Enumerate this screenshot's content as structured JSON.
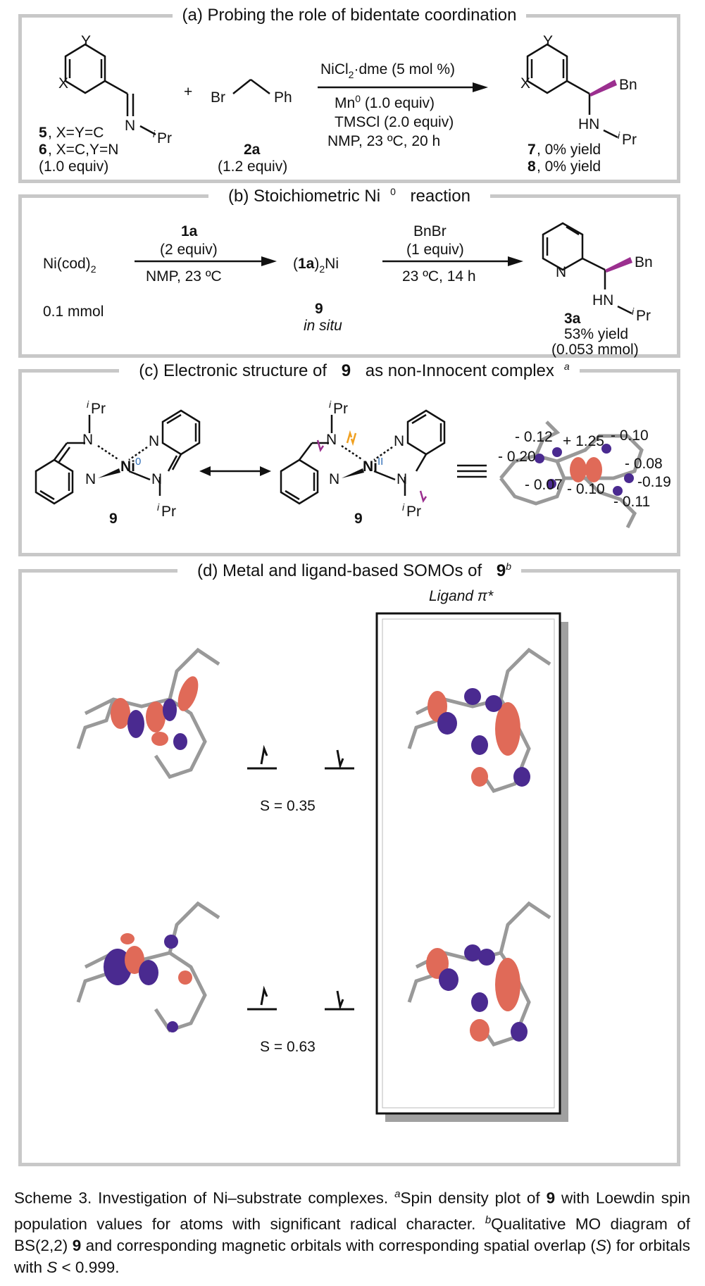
{
  "panel_a": {
    "title": "(a) Probing the role of bidentate coordination",
    "reactant1_ring_x": "X",
    "reactant1_ring_y": "Y",
    "reactant1_n": "N",
    "reactant1_ipr_i": "i",
    "reactant1_ipr": "Pr",
    "plus": "+",
    "label5": "5",
    "label5_text": ", X=Y=C",
    "label6": "6",
    "label6_text": ", X=C,Y=N",
    "equiv1": "(1.0 equiv)",
    "br": "Br",
    "ph": "Ph",
    "label2a": "2a",
    "equiv2": "(1.2 equiv)",
    "cond1": "NiCl",
    "cond1_sub": "2",
    "cond1_rest": "·dme (5 mol %)",
    "cond2": "Mn",
    "cond2_sup": "0",
    "cond2_rest": " (1.0 equiv)",
    "cond3": "TMSCl (2.0 equiv)",
    "cond4": "NMP, 23 ºC, 20 h",
    "product_bn": "Bn",
    "product_hn": "HN",
    "product7": "7",
    "product7_text": ", 0% yield",
    "product8": "8",
    "product8_text": ", 0% yield"
  },
  "panel_b": {
    "title_pre": "(b) Stoichiometric Ni",
    "title_sup": "0",
    "title_post": " reaction",
    "nicod": "Ni(cod)",
    "nicod_sub": "2",
    "amount": "0.1 mmol",
    "arrow1_top": "1a",
    "arrow1_mid": "(2 equiv)",
    "arrow1_bottom": "NMP, 23 ºC",
    "intermediate_open": "(",
    "intermediate_1a": "1a",
    "intermediate_close": ")",
    "intermediate_sub": "2",
    "intermediate_ni": "Ni",
    "label9": "9",
    "insitu": "in situ",
    "arrow2_top": "BnBr",
    "arrow2_mid": "(1 equiv)",
    "arrow2_bottom": "23 ºC, 14 h",
    "label3a": "3a",
    "yield": "53% yield",
    "mmol": "(0.053 mmol)"
  },
  "panel_c": {
    "title_pre": "(c) Electronic structure of ",
    "title_bold": "9",
    "title_post": " as non-Innocent complex",
    "title_sup": "a",
    "ni0": "Ni",
    "ni0_sup": "0",
    "ni2": "Ni",
    "ni2_sup": "II",
    "label9a": "9",
    "label9b": "9",
    "spin_values": [
      "- 0.12",
      "+ 1.25",
      "- 0.10",
      "- 0.20",
      "- 0.08",
      "-0.19",
      "- 0.07",
      "- 0.10",
      "- 0.11"
    ]
  },
  "panel_d": {
    "title_pre": "(d) Metal and ligand-based SOMOs of ",
    "title_bold": "9",
    "title_sup": "b",
    "ligand_label": "Ligand π*",
    "s1": "S = 0.35",
    "s2": "S = 0.63"
  },
  "caption": {
    "p1": "Scheme 3. Investigation of Ni–substrate complexes. ",
    "sup_a": "a",
    "p2": "Spin density plot of ",
    "b1": "9",
    "p3": " with Loewdin spin population values for atoms with significant radical character. ",
    "sup_b": "b",
    "p4": "Qualitative MO diagram of BS(2,2) ",
    "b2": "9",
    "p5": " and corresponding magnetic orbitals with corresponding spatial overlap (",
    "s_it": "S",
    "p6": ") for orbitals with ",
    "s_it2": "S",
    "p7": " < 0.999."
  },
  "colors": {
    "frame": "#c8c8c8",
    "wedge": "#9b2f8f",
    "ni_blue": "#2f6db5",
    "arrow_orange": "#f0a020",
    "lobe_red": "#e06a58",
    "lobe_purple": "#4a2a90",
    "atom_gray": "#9a9a9a"
  }
}
